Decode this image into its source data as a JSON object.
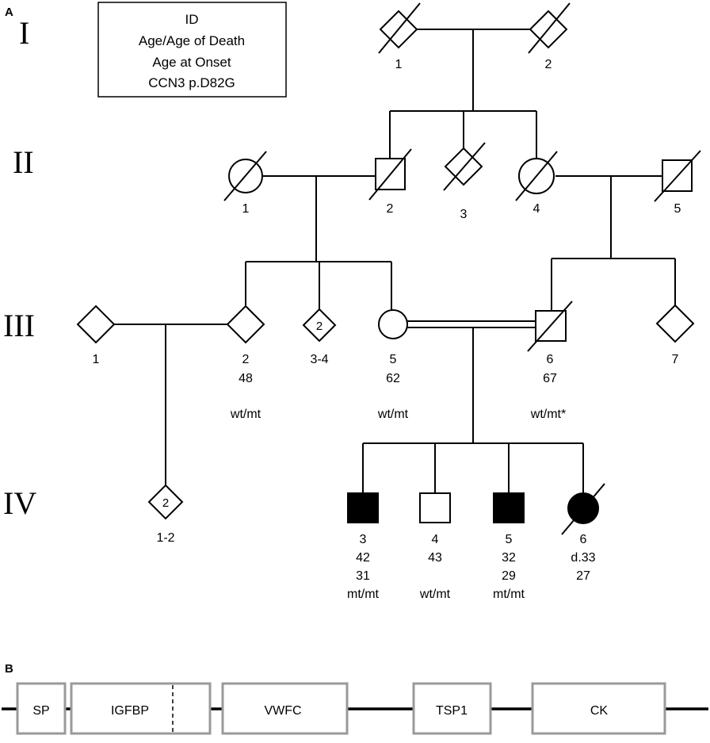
{
  "panel_a": {
    "label": "A",
    "legend": {
      "lines": [
        "ID",
        "Age/Age of Death",
        "Age at Onset",
        "CCN3 p.D82G"
      ]
    },
    "generations": [
      "I",
      "II",
      "III",
      "IV"
    ],
    "individuals": {
      "I1": {
        "id": "1"
      },
      "I2": {
        "id": "2"
      },
      "II1": {
        "id": "1"
      },
      "II2": {
        "id": "2"
      },
      "II3": {
        "id": "3"
      },
      "II4": {
        "id": "4"
      },
      "II5": {
        "id": "5"
      },
      "III1": {
        "id": "1"
      },
      "III2": {
        "id": "2",
        "age": "48",
        "genotype": "wt/mt"
      },
      "III34": {
        "id": "3-4",
        "count": "2"
      },
      "III5": {
        "id": "5",
        "age": "62",
        "genotype": "wt/mt"
      },
      "III6": {
        "id": "6",
        "age": "67",
        "genotype": "wt/mt*"
      },
      "III7": {
        "id": "7"
      },
      "IV12": {
        "id": "1-2",
        "count": "2"
      },
      "IV3": {
        "id": "3",
        "age": "42",
        "onset": "31",
        "genotype": "mt/mt"
      },
      "IV4": {
        "id": "4",
        "age": "43",
        "genotype": "wt/mt"
      },
      "IV5": {
        "id": "5",
        "age": "32",
        "onset": "29",
        "genotype": "mt/mt"
      },
      "IV6": {
        "id": "6",
        "age": "d.33",
        "onset": "27"
      }
    }
  },
  "panel_b": {
    "label": "B",
    "domains": [
      "SP",
      "IGFBP",
      "VWFC",
      "TSP1",
      "CK"
    ]
  },
  "colors": {
    "line": "#000000",
    "domain_border": "#9a9a9a",
    "affected": "#000000"
  }
}
